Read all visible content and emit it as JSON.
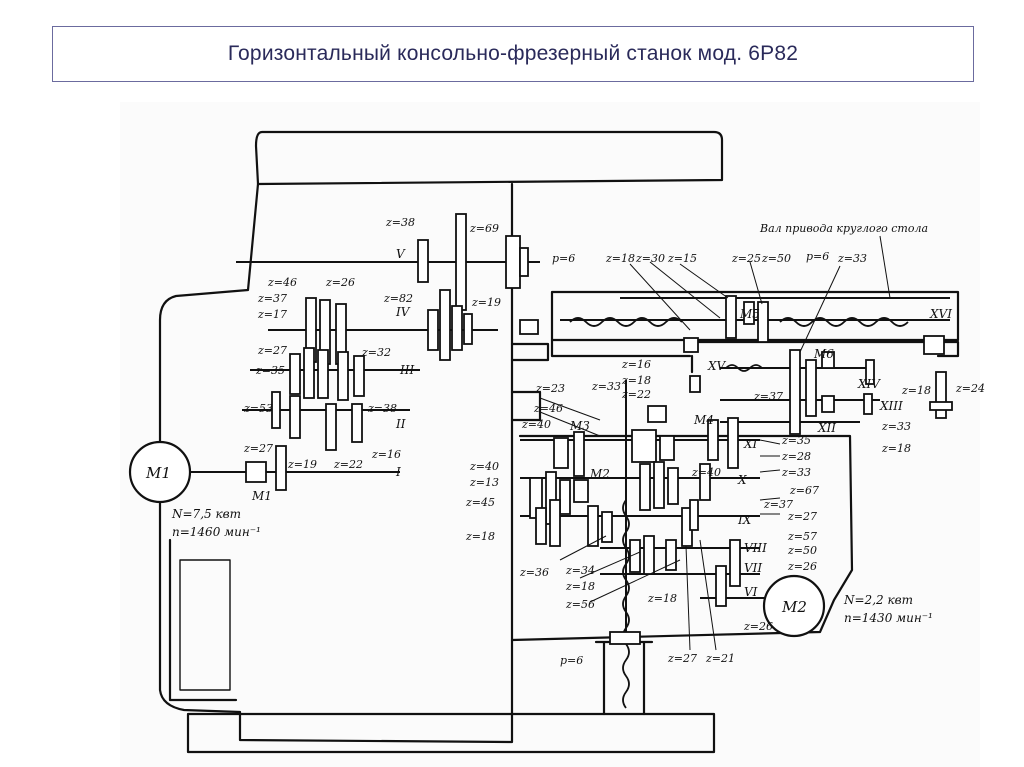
{
  "slide": {
    "title": "Горизонтальный консольно-фрезерный станок мод. 6Р82"
  },
  "scheme": {
    "circle_table_label": "Вал привода круглого стола",
    "motors": [
      {
        "id": "m1",
        "label": "M1",
        "power": "N=7,5 квт",
        "speed": "n=1460 мин⁻¹"
      },
      {
        "id": "m2",
        "label": "M2",
        "power": "N=2,2 квт",
        "speed": "n=1430 мин⁻¹"
      }
    ],
    "shafts": [
      "I",
      "II",
      "III",
      "IV",
      "V",
      "VI",
      "VII",
      "VIII",
      "IX",
      "X",
      "XI",
      "XII",
      "XIII",
      "XIV",
      "XV",
      "XVI"
    ],
    "couplings": [
      "M1",
      "M2",
      "M3",
      "M4",
      "M5",
      "M6"
    ],
    "screws": [
      "p=6",
      "p=6",
      "p=6"
    ],
    "gear_labels": [
      "z=38",
      "z=69",
      "z=46",
      "z=26",
      "z=37",
      "z=17",
      "z=82",
      "z=19",
      "z=27",
      "z=32",
      "z=35",
      "z=53",
      "z=38",
      "z=27",
      "z=19",
      "z=22",
      "z=16",
      "z=18",
      "z=30",
      "z=15",
      "z=25",
      "z=50",
      "z=33",
      "z=16",
      "z=18",
      "z=23",
      "z=33",
      "z=22",
      "z=46",
      "z=40",
      "z=37",
      "z=35",
      "z=28",
      "z=33",
      "z=40",
      "z=13",
      "z=40",
      "z=67",
      "z=45",
      "z=37",
      "z=27",
      "z=18",
      "z=57",
      "z=50",
      "z=26",
      "z=36",
      "z=34",
      "z=18",
      "z=56",
      "z=18",
      "z=26",
      "z=27",
      "z=21",
      "z=18",
      "z=24",
      "z=33",
      "z=18"
    ]
  }
}
